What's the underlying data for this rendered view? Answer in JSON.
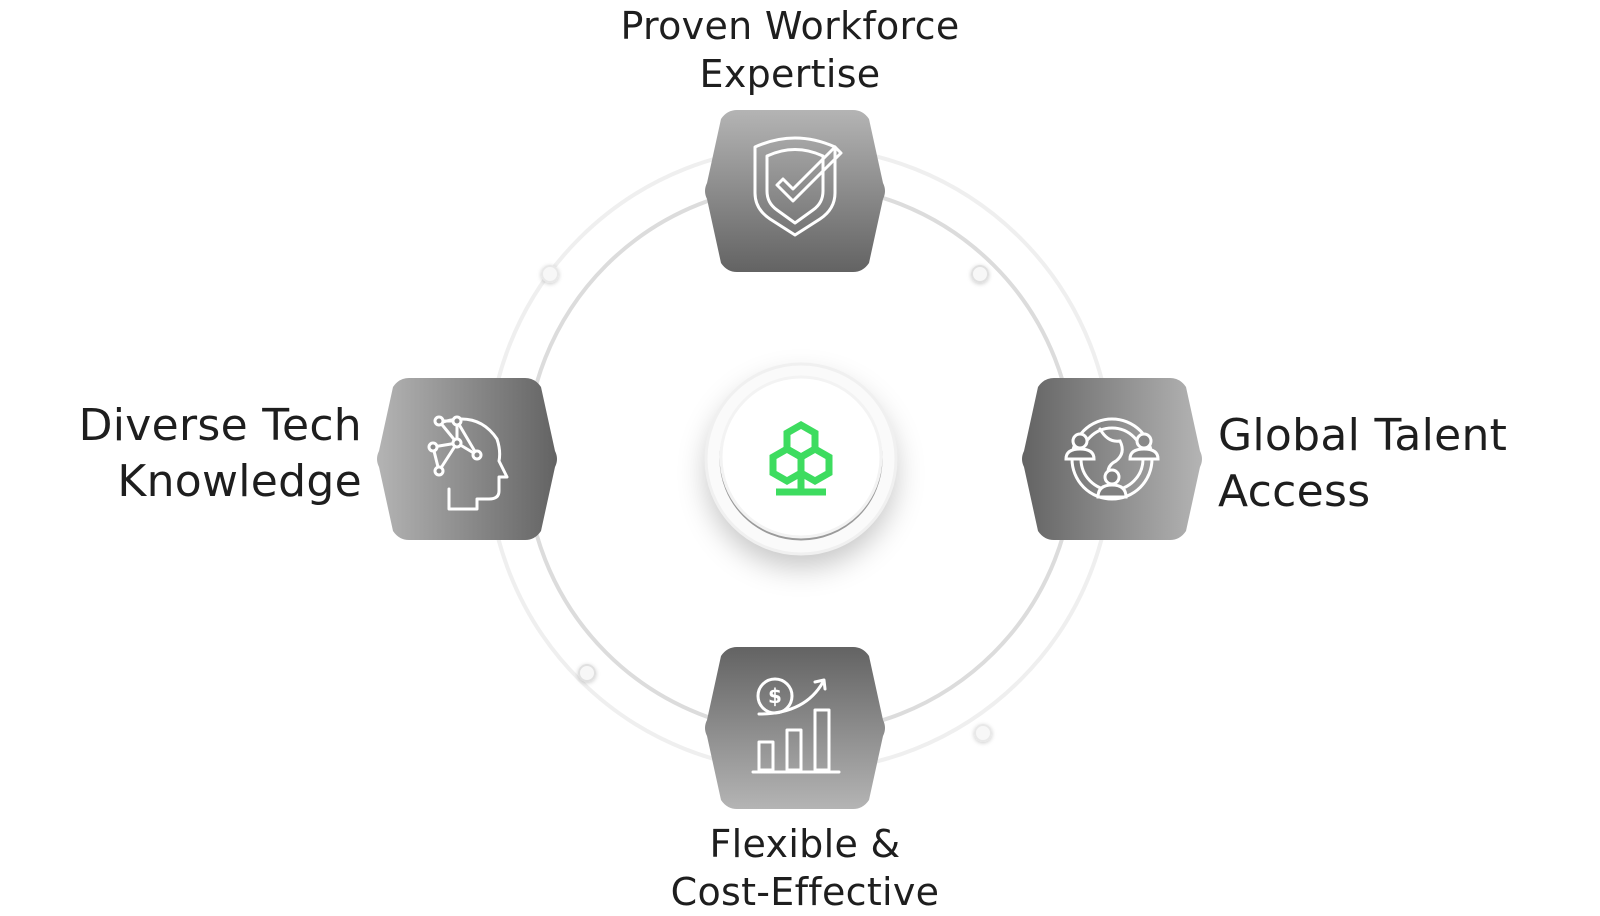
{
  "center": {
    "icon": "honeycomb-tree-icon",
    "color": "#3ddc5f"
  },
  "nodes": [
    {
      "id": "top",
      "lines": [
        "Proven Workforce",
        "Expertise"
      ],
      "icon": "shield-check-icon"
    },
    {
      "id": "left",
      "lines": [
        "Diverse Tech",
        "Knowledge"
      ],
      "icon": "brain-network-head-icon"
    },
    {
      "id": "right",
      "lines": [
        "Global Talent",
        "Access"
      ],
      "icon": "globe-people-icon"
    },
    {
      "id": "bottom",
      "lines": [
        "Flexible &",
        "Cost-Effective"
      ],
      "icon": "dollar-growth-chart-icon"
    }
  ],
  "colors": {
    "hex_dark": "#656565",
    "hex_light": "#b4b4b4",
    "ring": "#dcdcdc",
    "ring_outer": "#eeeeee",
    "text": "#1e1e1e"
  }
}
